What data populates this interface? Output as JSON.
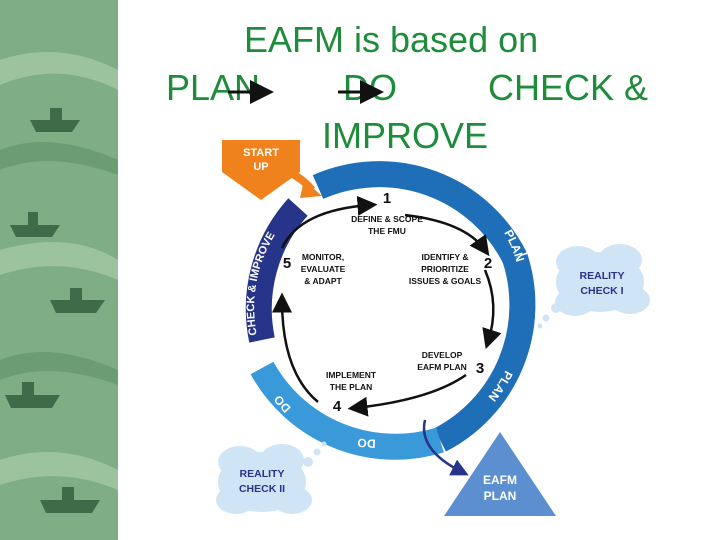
{
  "title": {
    "line1": "EAFM is based on",
    "plan": "PLAN",
    "do": "DO",
    "check": "CHECK &",
    "improve": "IMPROVE"
  },
  "cycle": {
    "start_up": [
      "START",
      "UP"
    ],
    "arc_plan_top": "PLAN",
    "arc_plan_right": "PLAN",
    "arc_plan_lower": "PLAN",
    "arc_do_bottom": "DO",
    "arc_do_left": "DO",
    "arc_check_improve": "CHECK & IMPROVE",
    "steps": [
      {
        "num": "1",
        "lines": [
          "DEFINE & SCOPE",
          "THE FMU"
        ]
      },
      {
        "num": "2",
        "lines": [
          "IDENTIFY &",
          "PRIORITIZE",
          "ISSUES & GOALS"
        ]
      },
      {
        "num": "3",
        "lines": [
          "DEVELOP",
          "EAFM PLAN"
        ]
      },
      {
        "num": "4",
        "lines": [
          "IMPLEMENT",
          "THE PLAN"
        ]
      },
      {
        "num": "5",
        "lines": [
          "MONITOR,",
          "EVALUATE",
          "& ADAPT"
        ]
      }
    ],
    "reality_check_1": [
      "REALITY",
      "CHECK I"
    ],
    "reality_check_2": [
      "REALITY",
      "CHECK II"
    ],
    "eafm_plan": [
      "EAFM",
      "PLAN"
    ]
  },
  "colors": {
    "title": "#1e8c3a",
    "plan_blue": "#1f6fb8",
    "do_blue": "#3a9ad9",
    "check_navy": "#26348a",
    "start_orange": "#f0821e",
    "cloud": "#cfe4f5",
    "triangle": "#5b8fd0",
    "side_panel": "#7fae84"
  }
}
